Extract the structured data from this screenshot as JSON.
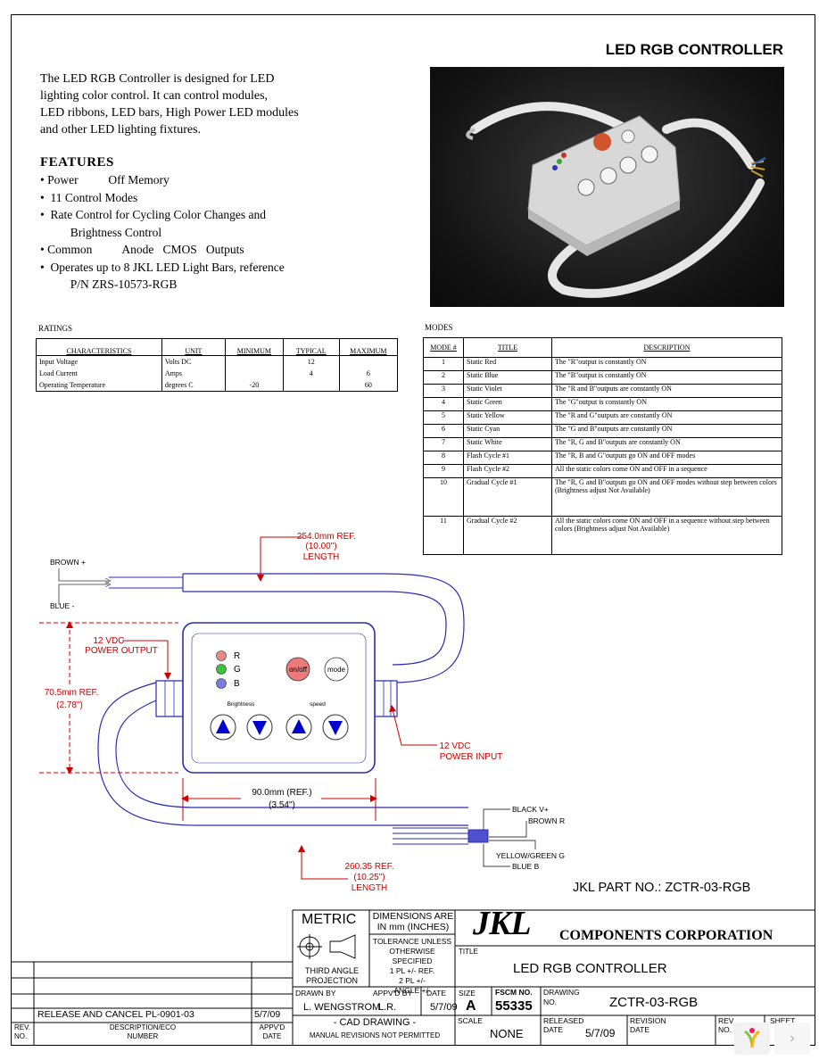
{
  "header": {
    "title": "LED RGB CONTROLLER"
  },
  "intro": [
    "The LED RGB Controller is designed for LED",
    "lighting color control.  It can control modules,",
    "LED ribbons, LED bars, High Power LED modules",
    "and other LED lighting fixtures."
  ],
  "features": {
    "heading": "FEATURES",
    "items": [
      "• Power          Off Memory",
      "•  11 Control Modes",
      "•  Rate Control for Cycling Color Changes and",
      "          Brightness Control",
      "• Common          Anode   CMOS   Outputs",
      "•  Operates up to 8 JKL LED Light Bars, reference",
      "          P/N ZRS-10573-RGB"
    ]
  },
  "ratings": {
    "label": "RATINGS",
    "headers": [
      "CHARACTERISTICS",
      "UNIT",
      "MINIMUM",
      "TYPICAL",
      "MAXIMUM"
    ],
    "rows": [
      [
        "Input Voltage",
        "Volts DC",
        "",
        "12",
        ""
      ],
      [
        "Load Current",
        "Amps",
        "",
        "4",
        "6"
      ],
      [
        "Operating Temperature",
        "degrees C",
        "-20",
        "",
        "60"
      ]
    ]
  },
  "modes": {
    "label": "MODES",
    "headers": [
      "MODE #",
      "TITLE",
      "DESCRIPTION"
    ],
    "rows": [
      [
        "1",
        "Static Red",
        "The \"R\"output is constantly ON"
      ],
      [
        "2",
        "Static Blue",
        "The \"B\"output is constantly ON"
      ],
      [
        "3",
        "Static Violet",
        "The \"R and B\"outputs are constantly ON"
      ],
      [
        "4",
        "Static Green",
        "The \"G\"output is constantly ON"
      ],
      [
        "5",
        "Static Yellow",
        "The \"R and G\"outputs are constantly ON"
      ],
      [
        "6",
        "Static Cyan",
        "The \"G and B\"outputs are constantly ON"
      ],
      [
        "7",
        "Static White",
        "The \"R, G and B\"outputs are constantly ON"
      ],
      [
        "8",
        "Flash Cycle #1",
        "The \"R, B and G\"outputs go ON and OFF modes"
      ],
      [
        "9",
        "Flash Cycle #2",
        "All the static colors come ON and OFF in a sequence"
      ],
      [
        "10",
        "Gradual Cycle #1",
        "The \"R, G and B\"outputs go ON and OFF modes without step between colors (Brightness adjust Not Available)"
      ],
      [
        "11",
        "Gradual Cycle #2",
        "All the static colors come ON and OFF in a sequence without step between colors (Brightness adjust Not Available)"
      ]
    ]
  },
  "drawing": {
    "length_top": [
      "254.0mm REF.",
      "(10.00\")",
      "LENGTH"
    ],
    "brown_plus": "BROWN  +",
    "blue_minus": "BLUE  -",
    "power_output": [
      "12 VDC",
      "POWER OUTPUT"
    ],
    "height_dim": [
      "70.5mm REF.",
      "(2.78\")"
    ],
    "power_input": [
      "12 VDC",
      "POWER INPUT"
    ],
    "width_dim": [
      "90.0mm (REF.)",
      "(3.54\")"
    ],
    "length_bottom": [
      "260.35 REF.",
      "(10.25\")",
      "LENGTH"
    ],
    "black_v": "BLACK  V+",
    "brown_r": "BROWN  R",
    "yellow_g": "YELLOW/GREEN  G",
    "blue_b": "BLUE  B",
    "led_labels": [
      "R",
      "G",
      "B"
    ],
    "onoff": "on/off",
    "mode": "mode",
    "brightness": "Brightness",
    "speed": "speed",
    "colors": {
      "led_r": "#e88a8a",
      "led_g": "#3cc23c",
      "led_b": "#7c7ce0",
      "onoff_fill": "#ec7a7a",
      "outline": "#2b2bb8",
      "dim": "#cc0000",
      "arrow": "#0000cc"
    }
  },
  "part_no": "JKL PART NO.:  ZCTR-03-RGB",
  "title_block": {
    "metric": "METRIC",
    "dimensions": [
      "DIMENSIONS ARE",
      "IN mm (INCHES)"
    ],
    "third_angle": [
      "THIRD ANGLE",
      "PROJECTION"
    ],
    "tolerance": [
      "TOLERANCE UNLESS",
      "OTHERWISE SPECIFIED",
      "1 PL +/-    REF.",
      "2 PL +/-",
      "ANGLE +/-"
    ],
    "logo": "JKL",
    "company": "COMPONENTS CORPORATION",
    "title_label": "TITLE",
    "title": "LED RGB CONTROLLER",
    "drawn_by_label": "DRAWN BY",
    "drawn_by": "L. WENGSTROM",
    "apprvd_label": "APPV'D BY",
    "apprvd": "L.R.",
    "date_label": "DATE",
    "date": "5/7/09",
    "size_label": "SIZE",
    "size": "A",
    "fscm_label": "FSCM NO.",
    "fscm": "55335",
    "drawing_label": "DRAWING",
    "no_label": "NO.",
    "drawing_no": "ZCTR-03-RGB",
    "cad": "- CAD DRAWING -",
    "manual": "MANUAL REVISIONS NOT PERMITTED",
    "scale_label": "SCALE",
    "scale": "NONE",
    "released_label": "RELEASED",
    "released_date_label": "DATE",
    "released_date": "5/7/09",
    "revision_label": "REVISION",
    "revision_date_label": "DATE",
    "rev_label": "REV",
    "rev_no_label": "NO.",
    "sheet_label": "SHEET",
    "rev_history_row": [
      "",
      "RELEASE AND CANCEL PL-0901-03",
      "5/7/09"
    ],
    "rev_history_headers": [
      "REV.",
      "NO.",
      "DESCRIPTION/ECO",
      "NUMBER",
      "APPV'D",
      "DATE"
    ]
  }
}
